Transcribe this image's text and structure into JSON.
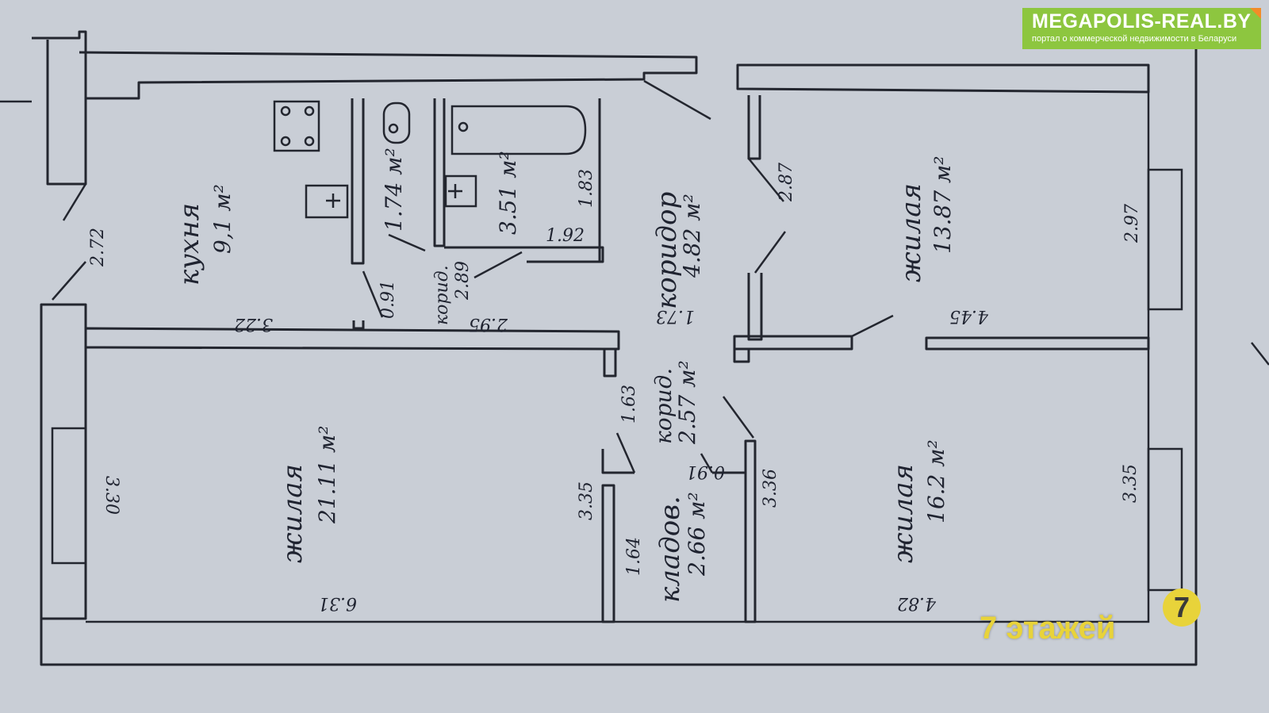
{
  "watermark": {
    "site": "MEGAPOLIS-REAL.BY",
    "tagline": "портал о коммерческой недвижимости в Беларуси",
    "floors_badge": "7",
    "floors_label": "7 этажей",
    "color": "#8dc63f",
    "accent": "#f28c28",
    "floors_color": "#e8d33a"
  },
  "rooms": {
    "kitchen": {
      "label": "кухня",
      "area": "9,1 м²"
    },
    "wc": {
      "area": "1.74 м²"
    },
    "bath": {
      "area": "3.51 м²"
    },
    "corridor_main": {
      "label": "коридор",
      "area": "4.82 м²"
    },
    "corridor_small": {
      "label": "корид.",
      "area": "2.89"
    },
    "corridor_2": {
      "label": "корид.",
      "area": "2.57 м²"
    },
    "storage": {
      "label": "кладов.",
      "area": "2.66 м²"
    },
    "living_big": {
      "label": "жилая",
      "area": "21.11 м²"
    },
    "living_top": {
      "label": "жилая",
      "area": "13.87 м²"
    },
    "living_bottom": {
      "label": "жилая",
      "area": "16.2 м²"
    }
  },
  "dimensions": {
    "d_272": "2.72",
    "d_322": "3.22",
    "d_091a": "0.91",
    "d_295": "2.95",
    "d_183": "1.83",
    "d_192": "1.92",
    "d_173": "1.73",
    "d_287": "2.87",
    "d_297": "2.97",
    "d_445": "4.45",
    "d_330": "3.30",
    "d_631": "6.31",
    "d_163": "1.63",
    "d_335a": "3.35",
    "d_091b": "0.91",
    "d_336": "3.36",
    "d_164": "1.64",
    "d_482": "4.82",
    "d_335b": "3.35"
  }
}
